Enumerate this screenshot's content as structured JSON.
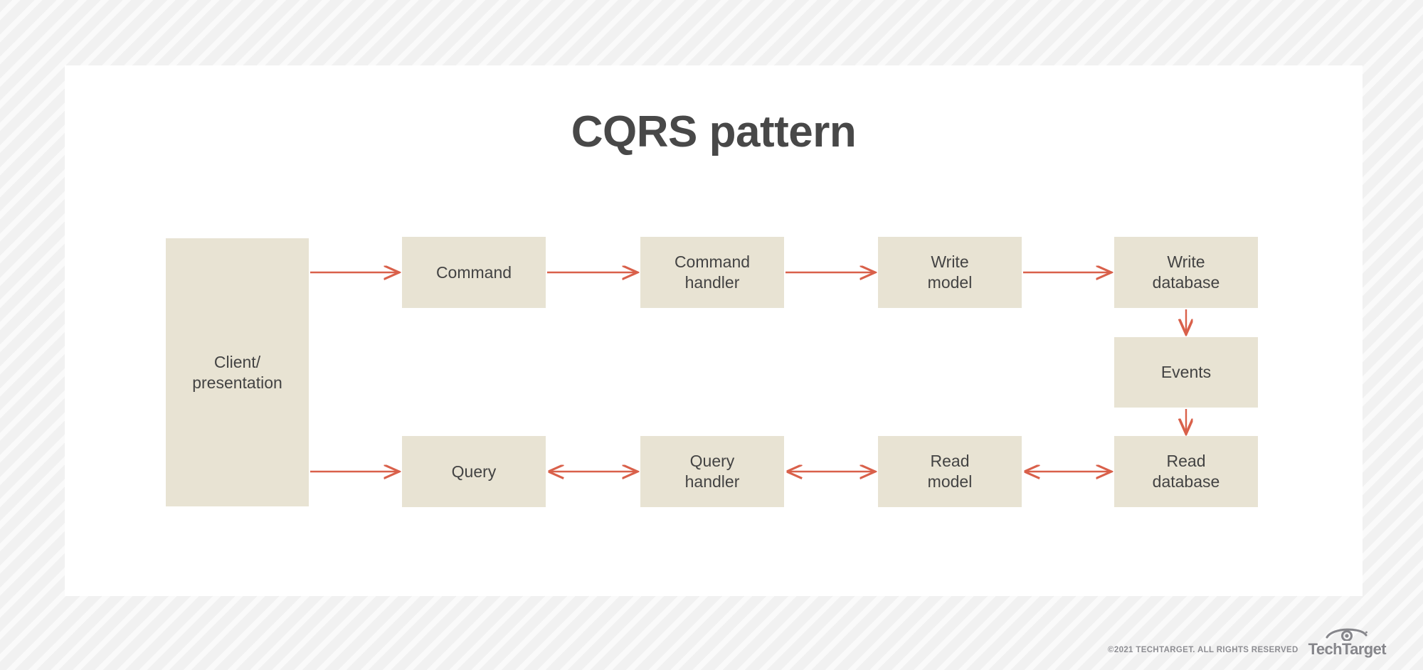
{
  "slide": {
    "title": "CQRS pattern",
    "background_color": "#f1f1f1",
    "card_color": "#ffffff",
    "node_fill": "#e8e3d3",
    "node_text_color": "#434343",
    "arrow_color": "#d9604a",
    "title_color": "#484848"
  },
  "diagram": {
    "type": "flow-diagram",
    "nodes": [
      {
        "id": "client",
        "label": "Client/\npresentation"
      },
      {
        "id": "command",
        "label": "Command"
      },
      {
        "id": "command_handler",
        "label": "Command\nhandler"
      },
      {
        "id": "write_model",
        "label": "Write\nmodel"
      },
      {
        "id": "write_database",
        "label": "Write\ndatabase"
      },
      {
        "id": "events",
        "label": "Events"
      },
      {
        "id": "query",
        "label": "Query"
      },
      {
        "id": "query_handler",
        "label": "Query\nhandler"
      },
      {
        "id": "read_model",
        "label": "Read\nmodel"
      },
      {
        "id": "read_database",
        "label": "Read\ndatabase"
      }
    ],
    "edges": [
      {
        "from": "client",
        "to": "command",
        "direction": "forward"
      },
      {
        "from": "command",
        "to": "command_handler",
        "direction": "forward"
      },
      {
        "from": "command_handler",
        "to": "write_model",
        "direction": "forward"
      },
      {
        "from": "write_model",
        "to": "write_database",
        "direction": "forward"
      },
      {
        "from": "write_database",
        "to": "events",
        "direction": "forward"
      },
      {
        "from": "events",
        "to": "read_database",
        "direction": "forward"
      },
      {
        "from": "client",
        "to": "query",
        "direction": "forward"
      },
      {
        "from": "query",
        "to": "query_handler",
        "direction": "bidirectional"
      },
      {
        "from": "query_handler",
        "to": "read_model",
        "direction": "bidirectional"
      },
      {
        "from": "read_model",
        "to": "read_database",
        "direction": "bidirectional"
      }
    ]
  },
  "footer": {
    "copyright": "©2021 TECHTARGET. ALL RIGHTS RESERVED",
    "brand": "TechTarget"
  }
}
